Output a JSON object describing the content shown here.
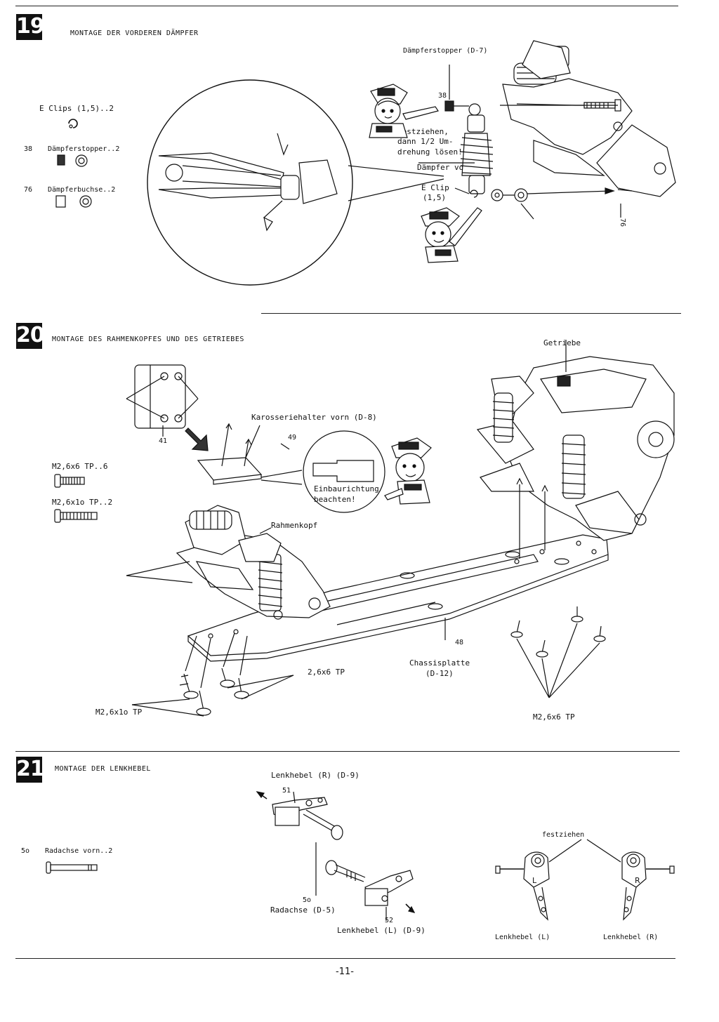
{
  "steps": {
    "s19": {
      "number": "19",
      "title": "MONTAGE DER VORDEREN DÄMPFER",
      "parts": [
        {
          "num": "",
          "label": "E Clips (1,5)..2"
        },
        {
          "num": "38",
          "label": "Dämpferstopper..2"
        },
        {
          "num": "76",
          "label": "Dämpferbuchse..2"
        }
      ],
      "callouts": {
        "stopper": "Dämpferstopper (D-7)",
        "num38": "38",
        "tip_line1": "festziehen,",
        "tip_line2": "dann 1/2 Um-",
        "tip_line3": "drehung lösen!",
        "damper": "Dämpfer vorn",
        "eclip1": "E Clip",
        "eclip2": "(1,5)",
        "num76": "76"
      }
    },
    "s20": {
      "number": "20",
      "title": "MONTAGE DES RAHMENKOPFES UND DES GETRIEBES",
      "parts": [
        {
          "num": "",
          "label": "M2,6x6 TP..6"
        },
        {
          "num": "",
          "label": "M2,6x1o TP..2"
        }
      ],
      "callouts": {
        "num41": "41",
        "body_mount": "Karosseriehalter vorn (D-8)",
        "num49": "49",
        "install1": "Einbaurichtung",
        "install2": "beachten!",
        "frame_head": "Rahmenkopf",
        "gearbox": "Getriebe",
        "chassis_num": "48",
        "chassis1": "Chassisplatte",
        "chassis2": "(D-12)",
        "screw_mid": "2,6x6 TP",
        "screw_left": "M2,6x1o TP",
        "screw_right": "M2,6x6 TP"
      }
    },
    "s21": {
      "number": "21",
      "title": "MONTAGE DER LENKHEBEL",
      "parts": [
        {
          "num": "5o",
          "label": "Radachse vorn..2"
        }
      ],
      "callouts": {
        "lever_r": "Lenkhebel (R) (D-9)",
        "num51": "51",
        "num50": "5o",
        "axle": "Radachse (D-5)",
        "num52": "52",
        "lever_l": "Lenkhebel (L) (D-9)",
        "tighten": "festziehen",
        "lever_l2": "Lenkhebel (L)",
        "lever_r2": "Lenkhebel (R)",
        "mark_l": "L",
        "mark_r": "R"
      }
    }
  },
  "footer": {
    "page_number": "-11-"
  }
}
